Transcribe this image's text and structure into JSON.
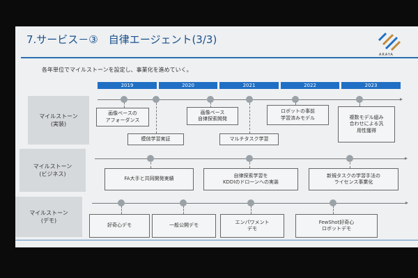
{
  "title": "7.サービス－③　自律エージェント(3/3)",
  "logo": "ARAYA",
  "subtitle": "各年単位でマイルストーンを設定し、事業化を進めていく。",
  "years": [
    "2019",
    "2020",
    "2021",
    "2022",
    "2023"
  ],
  "rows": [
    {
      "label": "マイルストーン\n(実装)",
      "items": [
        "画像ベースの\nアフォーダンス",
        "模倣学習実証",
        "画像ベース\n自律探索開発",
        "マルチタスク学習",
        "ロボットの事前\n学習済みモデル",
        "複数モデル組み\n合わせによる汎\n用性獲得"
      ]
    },
    {
      "label": "マイルストーン\n(ビジネス)",
      "items": [
        "FA大手と共同開発実績",
        "自律探索学習を\nKDDIのドローンへの実装",
        "新規タスクの学習手法の\nライセンス事業化"
      ]
    },
    {
      "label": "マイルストーン\n(デモ)",
      "items": [
        "好奇心デモ",
        "一般公開デモ",
        "エンパワメント\nデモ",
        "FewShot好奇心\nロボットデモ"
      ]
    }
  ],
  "colors": {
    "accent": "#1f6fc4",
    "dot": "#9aa1a7",
    "label_bg": "#d6d9dc"
  }
}
